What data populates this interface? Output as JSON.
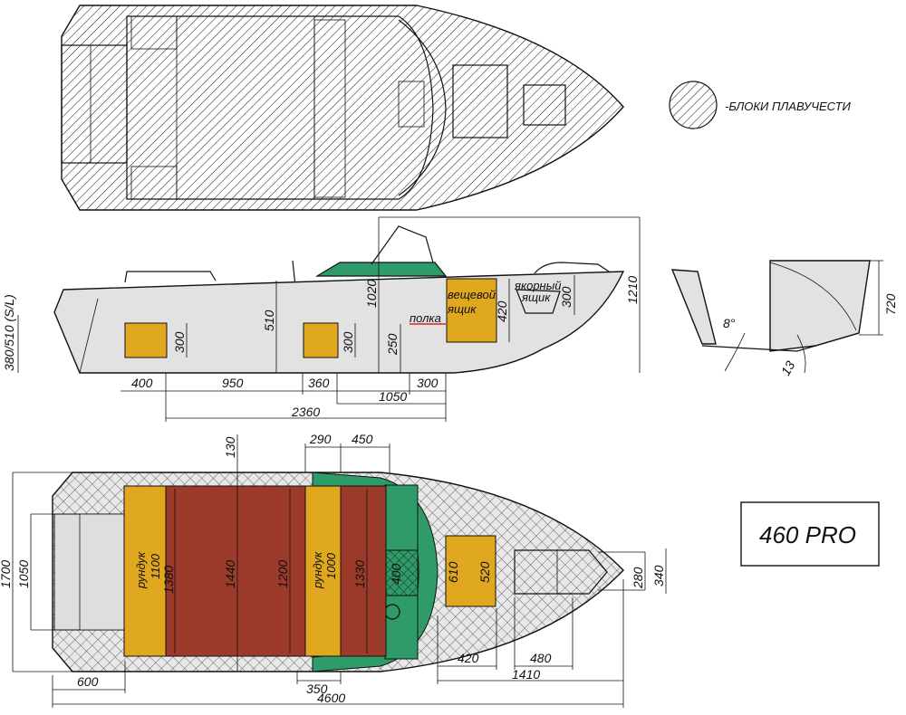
{
  "legend": {
    "label": "-БЛОКИ ПЛАВУЧЕСТИ"
  },
  "model": {
    "name": "460 PRO"
  },
  "colors": {
    "yellow": "#e0a81e",
    "red": "#9c3a2c",
    "green": "#2f9b68",
    "grey": "#dcdcdc",
    "buoyancy_hatch": "#111111"
  },
  "side_view": {
    "labels": {
      "glovebox": "вещевой ящик",
      "anchorbox": "якорный ящик",
      "shelf": "полка"
    },
    "dims": {
      "d400": "400",
      "d950": "950",
      "d360": "360",
      "d1050": "1050",
      "d300b": "300",
      "d2360": "2360",
      "v380": "380/510 (S/L)",
      "v510": "510",
      "v1020": "1020",
      "v1210": "1210",
      "v300a": "300",
      "v300b": "300",
      "v250": "250",
      "v420": "420",
      "v300c": "300"
    }
  },
  "section_view": {
    "dims": {
      "angle8": "8°",
      "angle13": "13",
      "h720": "720"
    }
  },
  "plan_view": {
    "labels": {
      "box1": "рундук",
      "box1_len": "1100",
      "box2": "рундук",
      "box2_len": "1000"
    },
    "dims": {
      "d130": "130",
      "d290": "290",
      "d450": "450",
      "v1700": "1700",
      "v1050": "1050",
      "v1380": "1380",
      "v1440": "1440",
      "v1200": "1200",
      "v1330": "1330",
      "v400": "400",
      "v610": "610",
      "v520": "520",
      "v280": "280",
      "v340": "340",
      "d600": "600",
      "d350": "350",
      "d420": "420",
      "d480": "480",
      "d1410": "1410",
      "d4600": "4600"
    }
  }
}
